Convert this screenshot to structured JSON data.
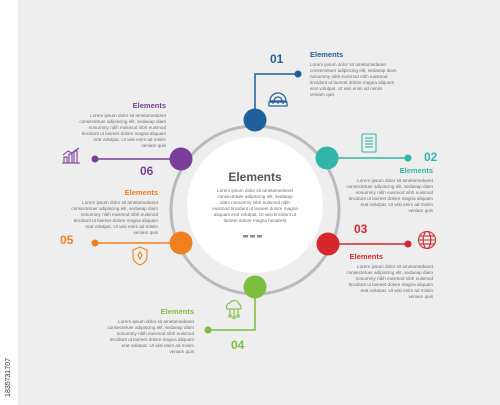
{
  "center": {
    "title": "Elements",
    "body": "Lorem ipsum dolor sit ametamedanet consectetuer adipiscing elit, sedaeap diam nonummy nibh euismod nibh euismod tincidunt ut laoreet dolore magna aliquam erat volutpat. Ut wisi tincidunt ut laoreet dolore magna hendrerit"
  },
  "steps": [
    {
      "num": "01",
      "title": "Elements",
      "color": "#1f5f9b",
      "icon": "ruler-protractor-icon",
      "body": "Lorem ipsum dolor sit ametamedanet consectetuer adipiscing elit, sedaeap diam nonummy nibh euismod nibh euismod tincidunt ut laoreet dolore magna aliquam erat volutpat. Ut wisi enim ad minim veniam quis"
    },
    {
      "num": "02",
      "title": "Elements",
      "color": "#2fb6a8",
      "icon": "document-list-icon",
      "body": "Lorem ipsum dolor sit ametamedanet consectetuer adipiscing elit, sedaeap diam nonummy nibh euismod nibh euismod tincidunt ut laoreet dolore magna aliquam erat volutpat. Ut wisi enim ad minim veniam quis"
    },
    {
      "num": "03",
      "title": "Elements",
      "color": "#d7262c",
      "icon": "globe-icon",
      "body": "Lorem ipsum dolor sit ametamedanet consectetuer adipiscing elit, sedaeap diam nonummy nibh euismod nibh euismod tincidunt ut laoreet dolore magna aliquam erat volutpat. Ut wisi enim ad minim veniam quis"
    },
    {
      "num": "04",
      "title": "Elements",
      "color": "#7cbf3f",
      "icon": "cloud-network-icon",
      "body": "Lorem ipsum dolor sit ametamedanet consectetuer adipiscing elit, sedaeap diam nonummy nibh euismod nibh euismod tincidunt ut laoreet dolore magna aliquam erat volutpat. Ut wisi enim ad minim veniam quis"
    },
    {
      "num": "05",
      "title": "Elements",
      "color": "#f07f1f",
      "icon": "shield-icon",
      "body": "Lorem ipsum dolor sit ametamedanet consectetuer adipiscing elit, sedaeap diam nonummy nibh euismod nibh euismod tincidunt ut laoreet dolore magna aliquam erat volutpat. Ut wisi enim ad minim veniam quis"
    },
    {
      "num": "06",
      "title": "Elements",
      "color": "#7a3f98",
      "icon": "bar-chart-icon",
      "body": "Lorem ipsum dolor sit ametamedanet consectetuer adipiscing elit, sedaeap diam nonummy nibh euismod nibh euismod tincidunt ut laoreet dolore magna aliquam erat volutpat. Ut wisi enim ad minim veniam quis"
    }
  ],
  "stock": {
    "id": "1835731707"
  }
}
